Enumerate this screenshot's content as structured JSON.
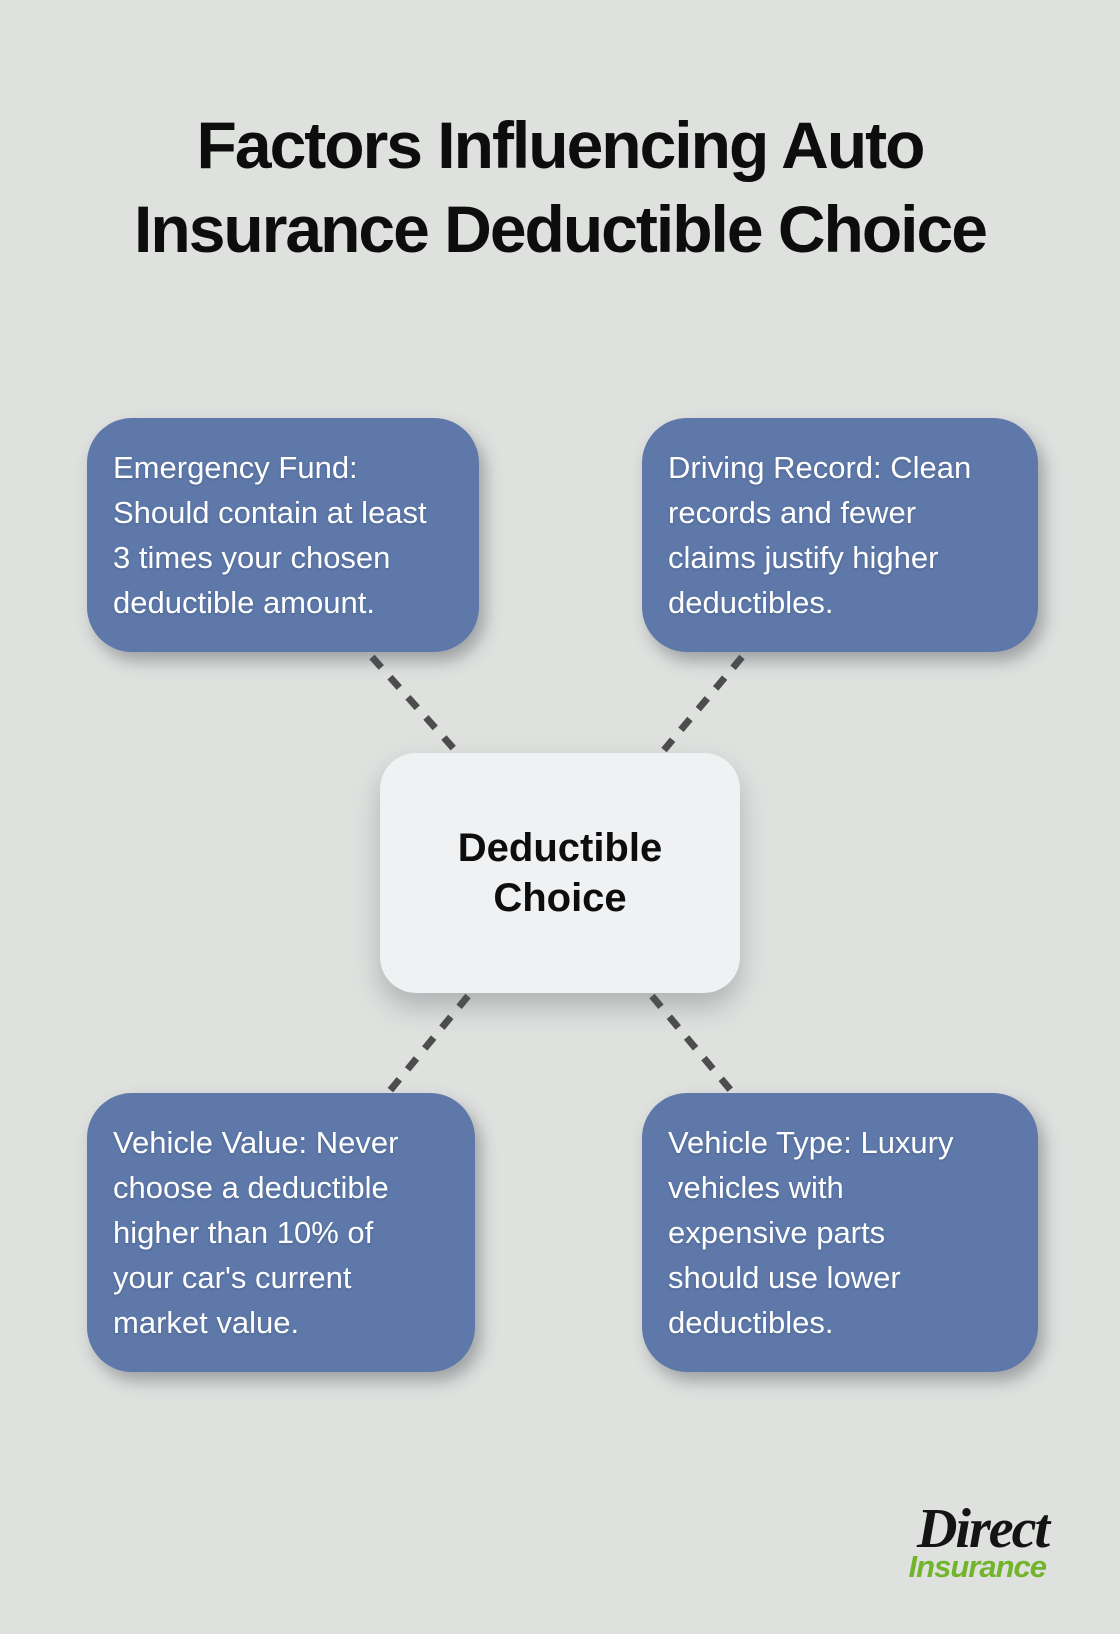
{
  "title": {
    "text": "Factors Influencing Auto Insurance Deductible Choice",
    "lines": [
      "Factors Influencing Auto",
      "Insurance Deductible Choice"
    ]
  },
  "center_node": {
    "text": "Deductible Choice",
    "lines": [
      "Deductible",
      "Choice"
    ]
  },
  "factors": [
    {
      "id": "emergency-fund",
      "position": "top-left",
      "text": "Emergency Fund: Should contain at least 3 times your chosen deductible amount.",
      "lines": [
        "Emergency Fund:",
        "Should contain at least",
        "3 times your chosen",
        "deductible amount."
      ]
    },
    {
      "id": "driving-record",
      "position": "top-right",
      "text": "Driving Record: Clean records and fewer claims justify higher deductibles.",
      "lines": [
        "Driving Record: Clean",
        "records and fewer",
        "claims justify higher",
        "deductibles."
      ]
    },
    {
      "id": "vehicle-value",
      "position": "bottom-left",
      "text": "Vehicle Value: Never choose a deductible higher than 10% of your car's current market value.",
      "lines": [
        "Vehicle Value: Never",
        "choose a deductible",
        "higher than 10% of",
        "your car's current",
        "market value."
      ]
    },
    {
      "id": "vehicle-type",
      "position": "bottom-right",
      "text": "Vehicle Type: Luxury vehicles with expensive parts should use lower deductibles.",
      "lines": [
        "Vehicle Type: Luxury",
        "vehicles with",
        "expensive parts",
        "should use lower",
        "deductibles."
      ]
    }
  ],
  "logo": {
    "name": "Direct Insurance",
    "primary": "Direct",
    "secondary": "Insurance",
    "primary_color": "#141414",
    "secondary_color": "#72b52d"
  },
  "colors": {
    "background": "#dfe1df",
    "factor_box": "#5d78a9",
    "factor_text": "#ffffff",
    "center_box": "#f0f1f3",
    "center_text": "#0d0d0d",
    "connector": "#4d4d4d",
    "title_text": "#0d0d0d"
  }
}
